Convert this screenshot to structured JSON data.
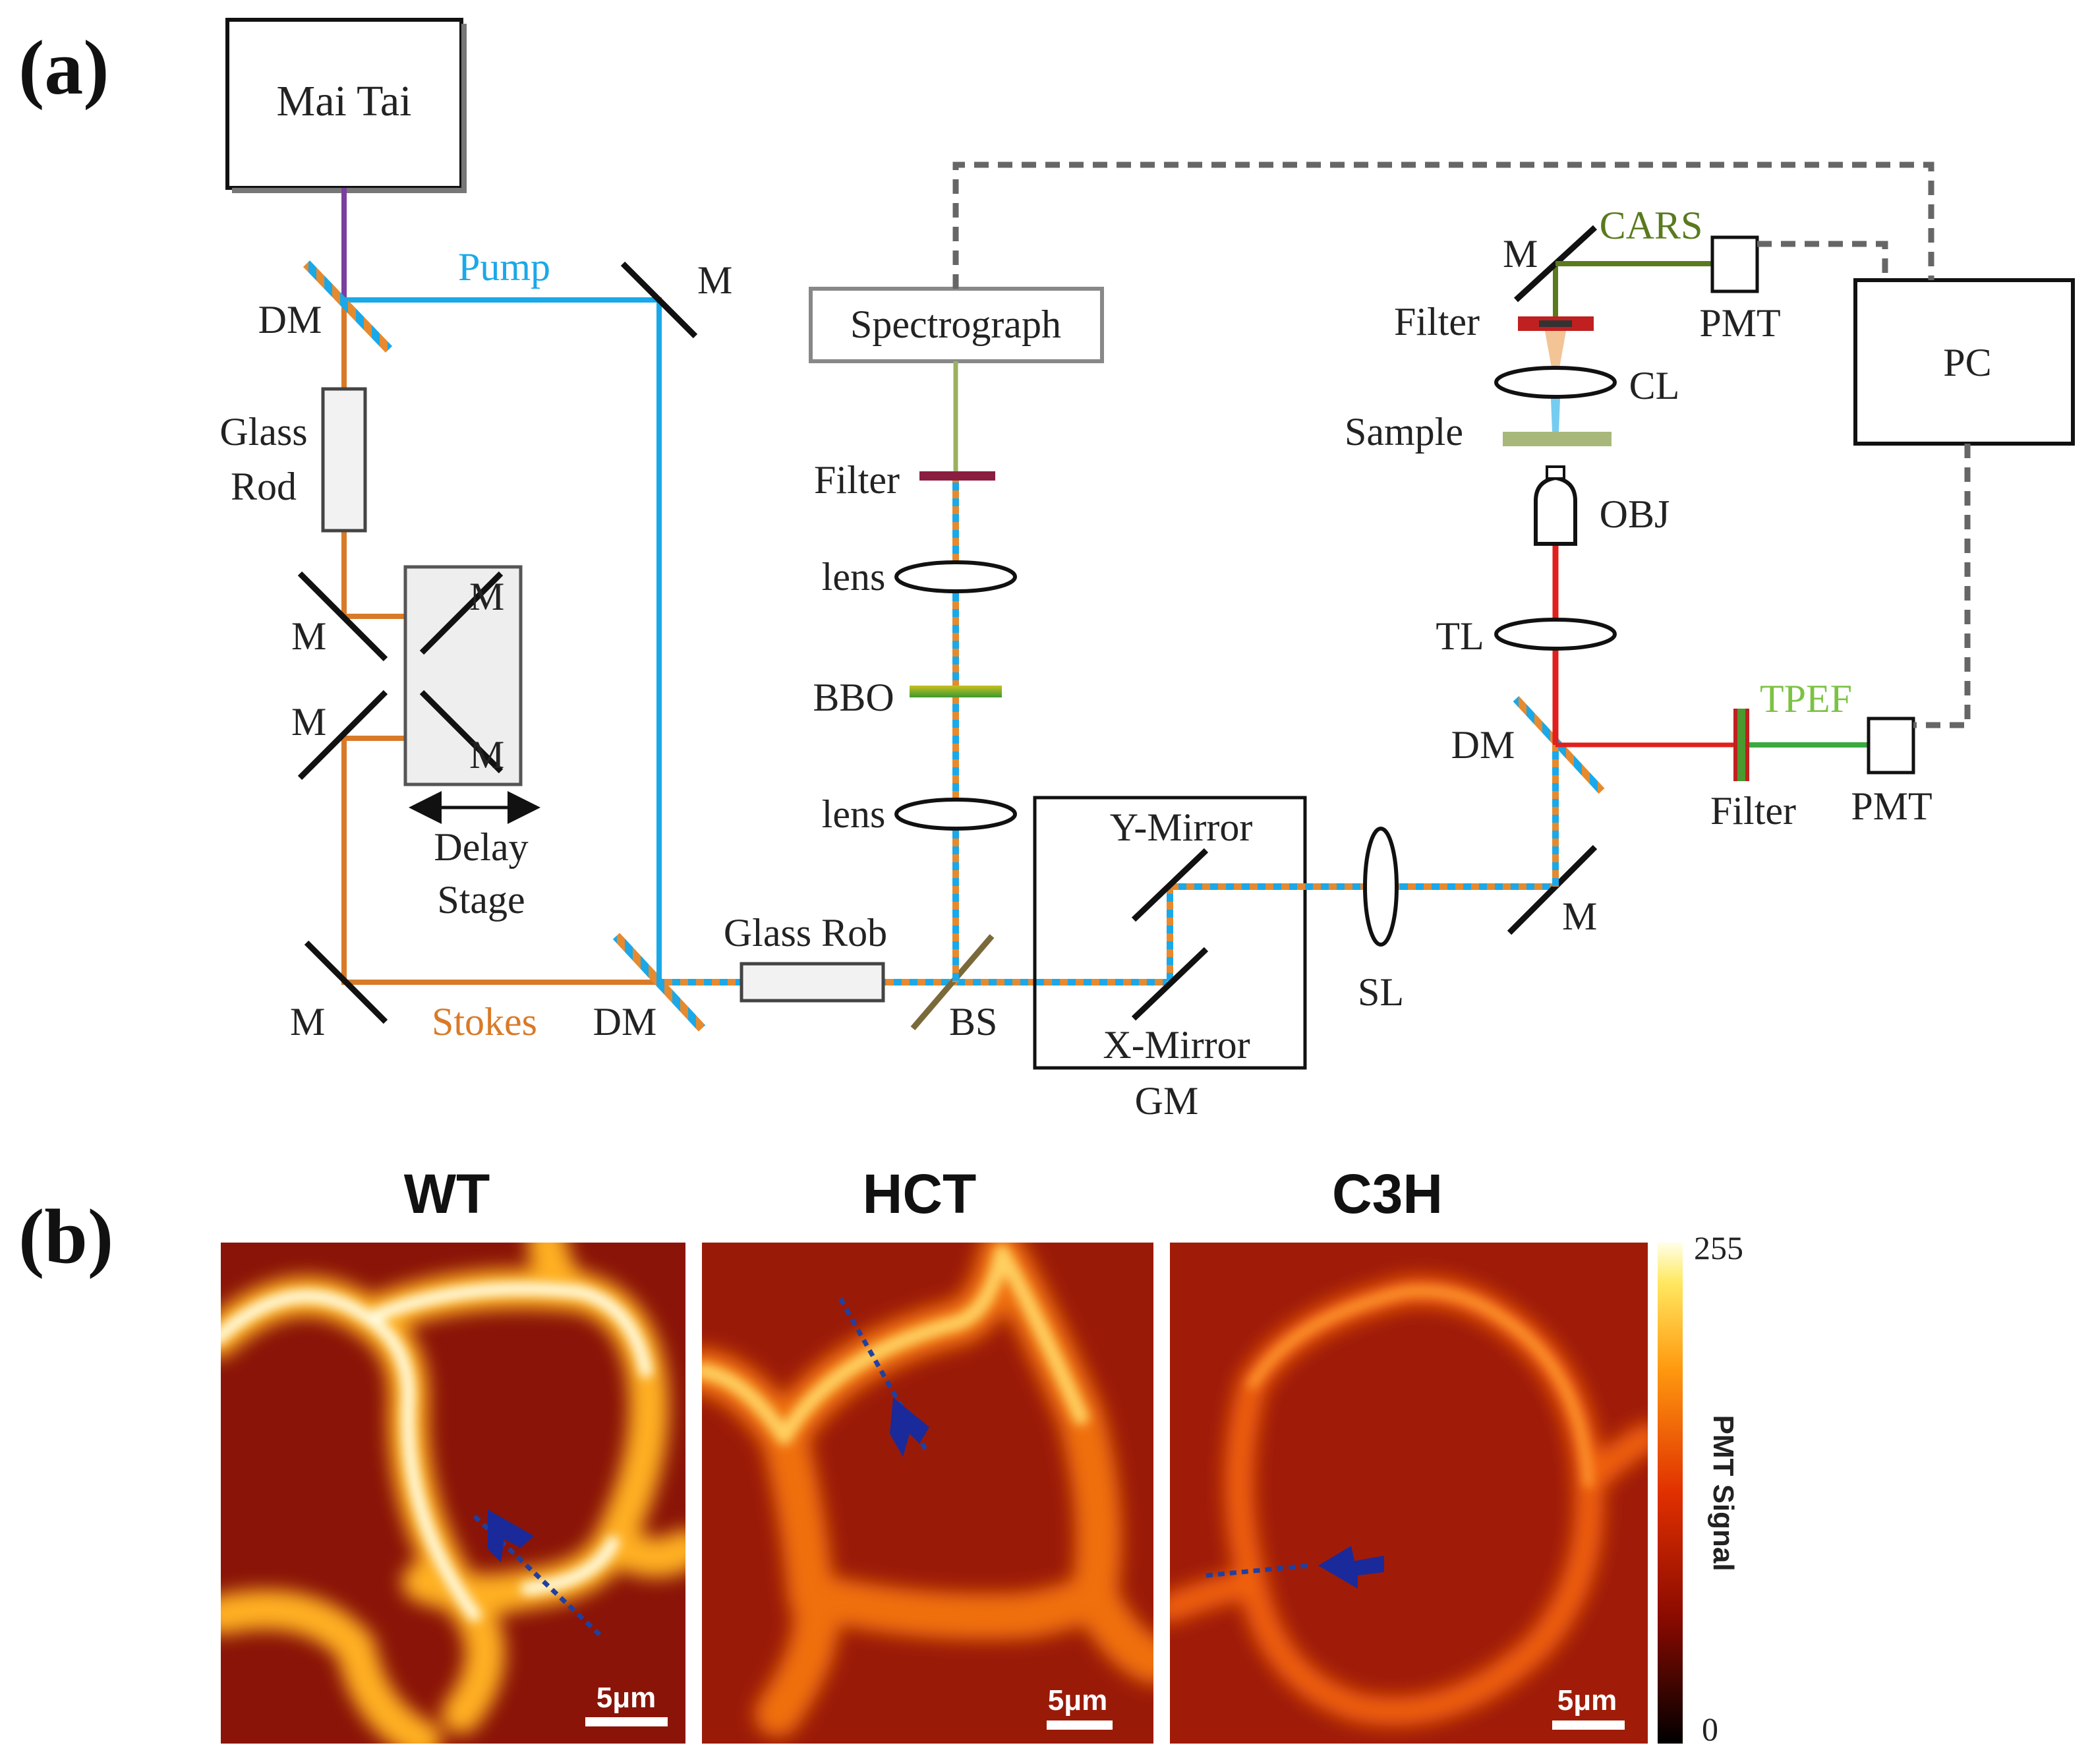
{
  "panel_a": {
    "label": "(a)",
    "components": {
      "mai_tai": "Mai Tai",
      "pump": "Pump",
      "stokes": "Stokes",
      "glass_rod_1": "Glass",
      "glass_rod_2": "Rod",
      "delay_1": "Delay",
      "delay_2": "Stage",
      "glass_rob": "Glass Rob",
      "bs": "BS",
      "spectrograph": "Spectrograph",
      "filter": "Filter",
      "lens": "lens",
      "bbo": "BBO",
      "y_mirror": "Y-Mirror",
      "x_mirror": "X-Mirror",
      "gm": "GM",
      "sl": "SL",
      "m": "M",
      "dm": "DM",
      "tl": "TL",
      "obj": "OBJ",
      "sample": "Sample",
      "cl": "CL",
      "cars": "CARS",
      "pmt": "PMT",
      "tpef": "TPEF",
      "pc": "PC"
    },
    "colors": {
      "pump": "#1aa8e8",
      "stokes": "#d97a28",
      "laser": "#7b3fa0",
      "cars": "#5a7a1e",
      "tpef": "#7cc242",
      "red_beam": "#e0201c",
      "spectro_beam": "#9bb060"
    }
  },
  "panel_b": {
    "label": "(b)",
    "images": [
      {
        "title": "WT",
        "scale": "5μm"
      },
      {
        "title": "HCT",
        "scale": "5μm"
      },
      {
        "title": "C3H",
        "scale": "5μm"
      }
    ],
    "colorbar": {
      "max": "255",
      "min": "0",
      "label": "PMT Signal"
    }
  }
}
